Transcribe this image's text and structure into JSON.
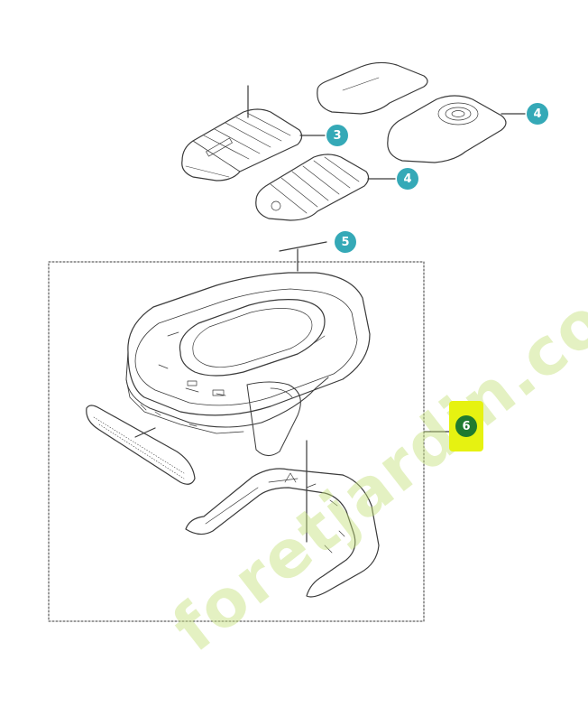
{
  "callouts": {
    "c3": "3",
    "c4a": "4",
    "c4b": "4",
    "c5": "5",
    "c6": "6"
  },
  "watermark": "foretjardin.com",
  "colors": {
    "callout_teal": "#35a9b7",
    "kit_badge_bg": "#e6f211",
    "kit_badge_dot": "#1f7a2f",
    "line": "#3a3a3a",
    "watermark": "#c4e078"
  }
}
